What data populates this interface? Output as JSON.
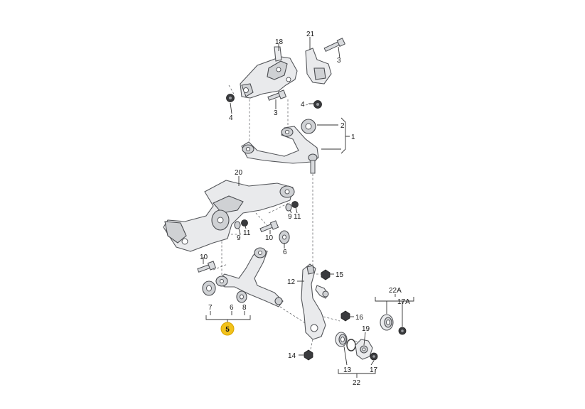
{
  "labels": {
    "p1": "1",
    "p2": "2",
    "p3a": "3",
    "p3b": "3",
    "p4a": "4",
    "p4b": "4",
    "p5": "5",
    "p6a": "6",
    "p6b": "6",
    "p7": "7",
    "p8": "8",
    "p9a": "9",
    "p9b": "9",
    "p10a": "10",
    "p10b": "10",
    "p11a": "11",
    "p11b": "11",
    "p12": "12",
    "p13": "13",
    "p14": "14",
    "p15": "15",
    "p16": "16",
    "p17a": "17",
    "p17b": "17A",
    "p18": "18",
    "p19": "19",
    "p20": "20",
    "p21": "21",
    "p22": "22",
    "p22a": "22A"
  },
  "colors": {
    "highlight": "#f2c21b",
    "part_fill": "#e9eaec",
    "outline": "#55575b"
  }
}
